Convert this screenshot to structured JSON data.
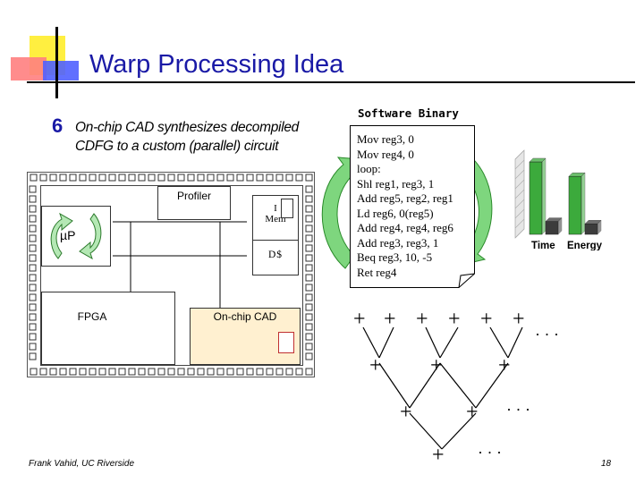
{
  "slide": {
    "title": "Warp Processing Idea",
    "bullet_number": "6",
    "bullet_line1_pre": "On-chip CAD ",
    "bullet_line1_bold": "synthesizes",
    "bullet_line1_post": " decompiled",
    "bullet_line2": "CDFG to a custom (parallel) circuit",
    "footer": "Frank Vahid, UC Riverside",
    "page_number": "18"
  },
  "chip": {
    "profiler": "Profiler",
    "imem_line1": "I",
    "imem_line2": "Mem",
    "dcache": "D$",
    "processor": "µP",
    "fpga": "FPGA",
    "cad": "On-chip CAD"
  },
  "binary": {
    "title": "Software Binary",
    "lines": [
      "Mov reg3, 0",
      "Mov reg4, 0",
      "loop:",
      "Shl reg1, reg3, 1",
      "Add reg5, reg2, reg1",
      "Ld reg6, 0(reg5)",
      "Add reg4, reg4, reg6",
      "Add reg3, reg3, 1",
      "Beq reg3, 10, -5",
      "Ret reg4"
    ]
  },
  "chart_data": {
    "type": "bar",
    "categories": [
      "Time",
      "Energy"
    ],
    "series": [
      {
        "values": [
          0.9,
          0.72
        ]
      },
      {
        "values": [
          0.16,
          0.13
        ]
      }
    ],
    "colors": [
      "#3caa3c",
      "#3c3c3c"
    ]
  },
  "tree": {
    "plus": "+",
    "dots": "· · ·"
  }
}
